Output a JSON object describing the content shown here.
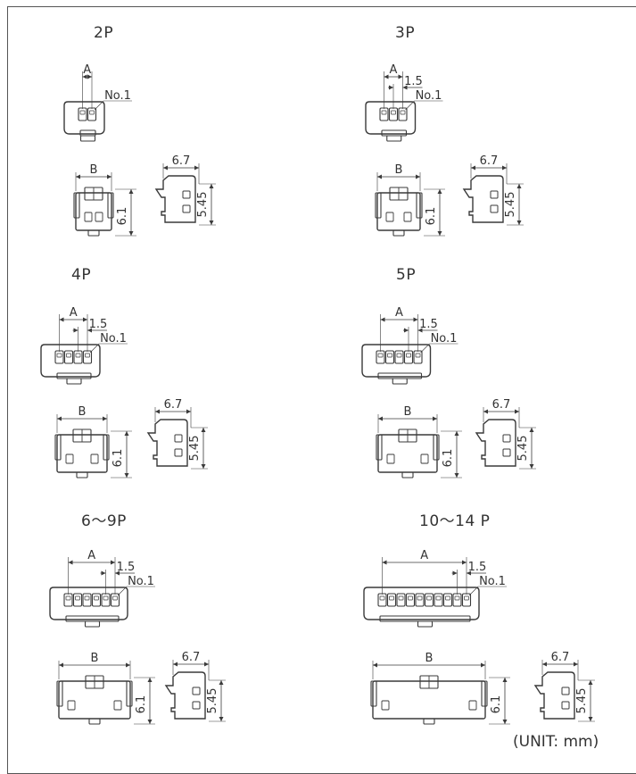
{
  "drawing": {
    "unit_label": "(UNIT: mm)",
    "dims": {
      "pitch": "1.5",
      "pin1": "No.1",
      "width": "6.7",
      "height_total": "6.1",
      "height_body": "5.45",
      "a": "A",
      "b": "B"
    },
    "variants": [
      {
        "id": "2p",
        "title": "2P",
        "pins": 2
      },
      {
        "id": "3p",
        "title": "3P",
        "pins": 3
      },
      {
        "id": "4p",
        "title": "4P",
        "pins": 4
      },
      {
        "id": "5p",
        "title": "5P",
        "pins": 5
      },
      {
        "id": "6-9p",
        "title": "6〜9P",
        "pins": 6
      },
      {
        "id": "10-14p",
        "title": "10〜14 P",
        "pins": 10
      }
    ]
  }
}
